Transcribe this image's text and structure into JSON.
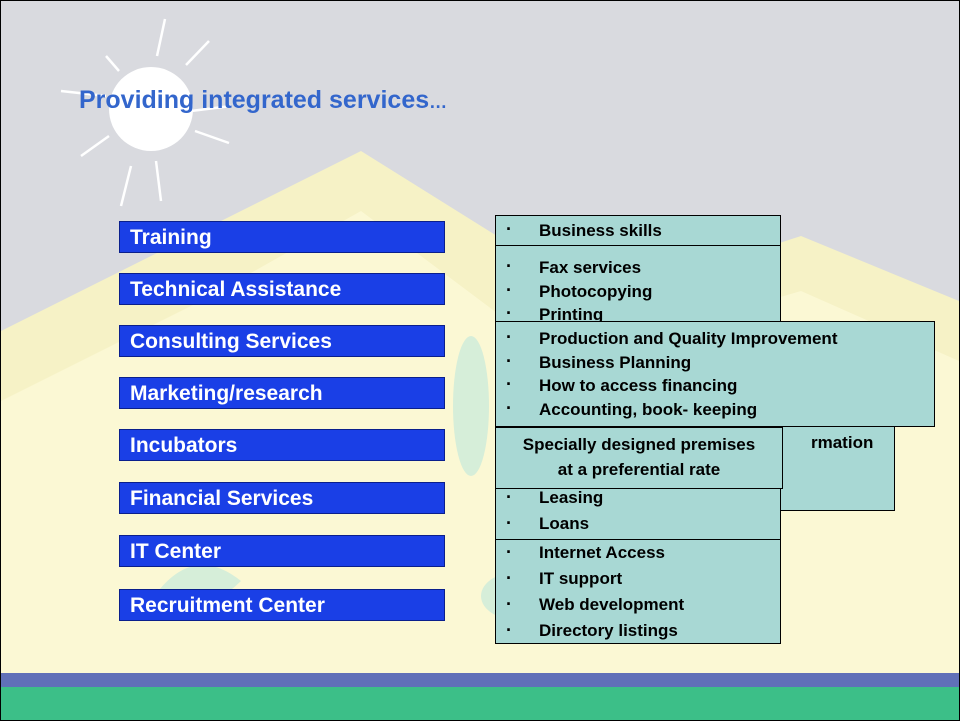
{
  "title": "Providing integrated services",
  "title_suffix": "…",
  "categories": [
    {
      "label": "Training"
    },
    {
      "label": "Technical Assistance"
    },
    {
      "label": "Consulting Services"
    },
    {
      "label": "Marketing/research"
    },
    {
      "label": "Incubators"
    },
    {
      "label": "Financial Services"
    },
    {
      "label": "IT Center"
    },
    {
      "label": "Recruitment Center"
    }
  ],
  "training_items": [
    "Business skills"
  ],
  "technical_items": [
    "Fax services",
    "Photocopying",
    "Printing"
  ],
  "consulting_items": [
    "Production and Quality Improvement",
    "Business Planning",
    "How to access financing",
    "Accounting, book- keeping"
  ],
  "marketing_fragment": "rmation",
  "incubators_box": {
    "line1": "Specially designed premises",
    "line2": "at a preferential rate"
  },
  "financial_items": [
    "Leasing",
    "Loans"
  ],
  "it_items": [
    "Internet Access",
    "IT support",
    "Web development",
    "Directory listings"
  ],
  "colors": {
    "category_fill": "#1a3fe6",
    "box_fill": "#a8d8d4",
    "title": "#3366cc",
    "mountain_light": "#fbf7cc",
    "stripe_blue": "#6070b8",
    "stripe_green": "#3cbf88"
  }
}
